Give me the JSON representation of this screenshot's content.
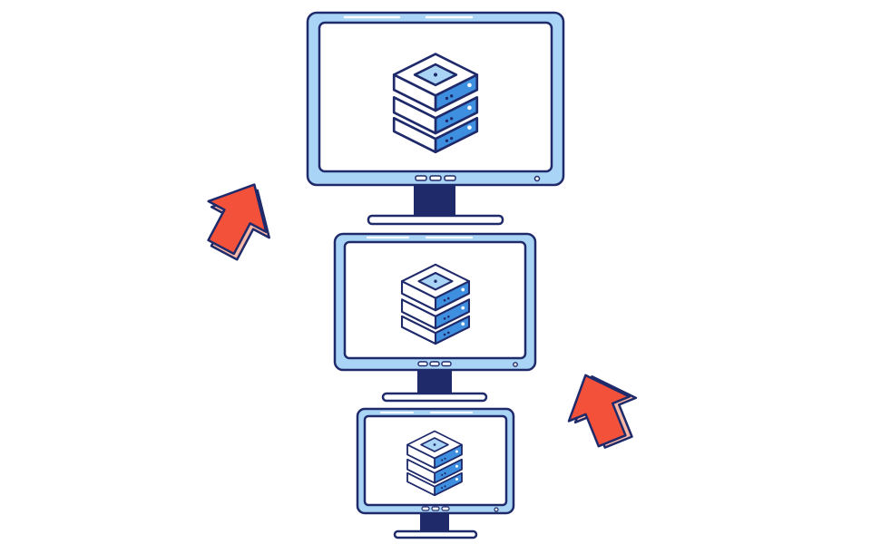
{
  "palette": {
    "outline": "#1f2a6b",
    "monitor_frame": "#a9d4f5",
    "screen": "#ffffff",
    "stand": "#1f2a6b",
    "server_top": "#ffffff",
    "server_side": "#3f8fe0",
    "server_side_light": "#7fb8f0",
    "arrow_fill": "#f4513a",
    "arrow_side": "#f9b8a6"
  },
  "icons": {
    "monitor": "monitor-icon",
    "server": "server-stack-icon",
    "arrow": "arrow-up-icon"
  },
  "monitors": [
    {
      "id": "large",
      "units": 3
    },
    {
      "id": "medium",
      "units": 3
    },
    {
      "id": "small",
      "units": 3
    }
  ],
  "arrows": [
    {
      "id": "left",
      "direction": "up"
    },
    {
      "id": "right",
      "direction": "up"
    }
  ]
}
